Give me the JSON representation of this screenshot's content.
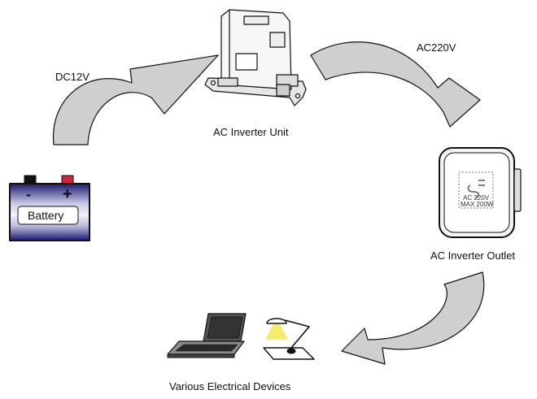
{
  "labels": {
    "dc": "DC12V",
    "ac": "AC220V",
    "inverter_unit": "AC Inverter Unit",
    "inverter_outlet": "AC Inverter Outlet",
    "devices": "Various Electrical Devices",
    "battery": "Battery",
    "battery_minus": "-",
    "battery_plus": "+",
    "outlet_line1": "AC 220V",
    "outlet_line2": "MAX 200W"
  },
  "colors": {
    "arrow_fill": "#cfcfcf",
    "outline": "#111111",
    "battery_body_dark": "#1a1a6e",
    "battery_body_light": "#e8e8f4",
    "terminal_minus": "#111111",
    "terminal_plus": "#d0253c",
    "lamp_light": "#f5e64a"
  },
  "icons": {
    "battery": "battery-icon",
    "inverter_unit": "inverter-unit-icon",
    "inverter_outlet": "outlet-icon",
    "laptop": "laptop-icon",
    "lamp": "desk-lamp-icon"
  }
}
